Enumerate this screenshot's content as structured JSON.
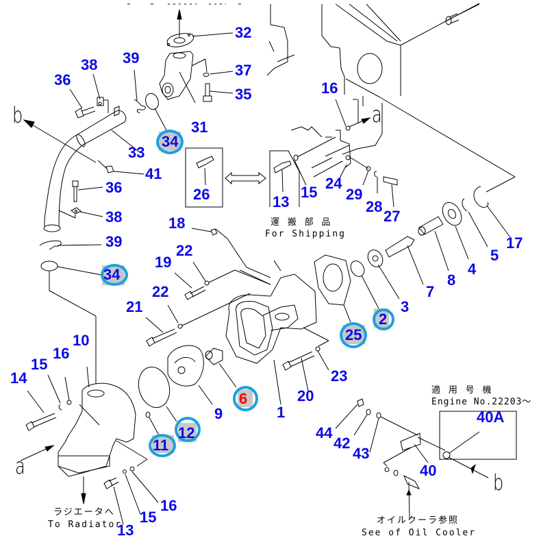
{
  "diagram": {
    "type": "exploded-parts-diagram",
    "subject": "Water pump assembly",
    "colors": {
      "callout_text": "#0a0ae6",
      "highlighted_callout_text": "#ff0000",
      "highlight_ring": "#1ea0dc",
      "line_art": "#000000",
      "background": "#ffffff"
    },
    "callouts": [
      {
        "id": "c32",
        "label": "32",
        "highlighted": false
      },
      {
        "id": "c37",
        "label": "37",
        "highlighted": false
      },
      {
        "id": "c35",
        "label": "35",
        "highlighted": false
      },
      {
        "id": "c31",
        "label": "31",
        "highlighted": false
      },
      {
        "id": "c39a",
        "label": "39",
        "highlighted": false
      },
      {
        "id": "c38a",
        "label": "38",
        "highlighted": false
      },
      {
        "id": "c36a",
        "label": "36",
        "highlighted": false
      },
      {
        "id": "c34a",
        "label": "34",
        "highlighted": true,
        "ring": true
      },
      {
        "id": "c33",
        "label": "33",
        "highlighted": false
      },
      {
        "id": "c41",
        "label": "41",
        "highlighted": false
      },
      {
        "id": "c36b",
        "label": "36",
        "highlighted": false
      },
      {
        "id": "c38b",
        "label": "38",
        "highlighted": false
      },
      {
        "id": "c39b",
        "label": "39",
        "highlighted": false
      },
      {
        "id": "c34b",
        "label": "34",
        "highlighted": true,
        "ring": true
      },
      {
        "id": "c26",
        "label": "26",
        "highlighted": false
      },
      {
        "id": "c13a",
        "label": "13",
        "highlighted": false
      },
      {
        "id": "c15a",
        "label": "15",
        "highlighted": false
      },
      {
        "id": "c24",
        "label": "24",
        "highlighted": false
      },
      {
        "id": "c29",
        "label": "29",
        "highlighted": false
      },
      {
        "id": "c28",
        "label": "28",
        "highlighted": false
      },
      {
        "id": "c27",
        "label": "27",
        "highlighted": false
      },
      {
        "id": "c16a",
        "label": "16",
        "highlighted": false
      },
      {
        "id": "c17",
        "label": "17",
        "highlighted": false
      },
      {
        "id": "c5",
        "label": "5",
        "highlighted": false
      },
      {
        "id": "c4",
        "label": "4",
        "highlighted": false
      },
      {
        "id": "c8",
        "label": "8",
        "highlighted": false
      },
      {
        "id": "c7",
        "label": "7",
        "highlighted": false
      },
      {
        "id": "c3",
        "label": "3",
        "highlighted": false
      },
      {
        "id": "c2",
        "label": "2",
        "highlighted": true,
        "ring": true
      },
      {
        "id": "c25",
        "label": "25",
        "highlighted": true,
        "ring": true
      },
      {
        "id": "c18",
        "label": "18",
        "highlighted": false
      },
      {
        "id": "c22a",
        "label": "22",
        "highlighted": false
      },
      {
        "id": "c19",
        "label": "19",
        "highlighted": false
      },
      {
        "id": "c22b",
        "label": "22",
        "highlighted": false
      },
      {
        "id": "c21",
        "label": "21",
        "highlighted": false
      },
      {
        "id": "c23",
        "label": "23",
        "highlighted": false
      },
      {
        "id": "c20",
        "label": "20",
        "highlighted": false
      },
      {
        "id": "c1",
        "label": "1",
        "highlighted": false
      },
      {
        "id": "c9",
        "label": "9",
        "highlighted": false
      },
      {
        "id": "c6",
        "label": "6",
        "highlighted": true,
        "ring": true,
        "red": true
      },
      {
        "id": "c10",
        "label": "10",
        "highlighted": false
      },
      {
        "id": "c16b",
        "label": "16",
        "highlighted": false
      },
      {
        "id": "c15b",
        "label": "15",
        "highlighted": false
      },
      {
        "id": "c14",
        "label": "14",
        "highlighted": false
      },
      {
        "id": "c12",
        "label": "12",
        "highlighted": true,
        "ring": true
      },
      {
        "id": "c11",
        "label": "11",
        "highlighted": true,
        "ring": true
      },
      {
        "id": "c16c",
        "label": "16",
        "highlighted": false
      },
      {
        "id": "c15c",
        "label": "15",
        "highlighted": false
      },
      {
        "id": "c13b",
        "label": "13",
        "highlighted": false
      },
      {
        "id": "c44",
        "label": "44",
        "highlighted": false
      },
      {
        "id": "c42",
        "label": "42",
        "highlighted": false
      },
      {
        "id": "c43",
        "label": "43",
        "highlighted": false
      },
      {
        "id": "c40",
        "label": "40",
        "highlighted": false
      },
      {
        "id": "c40A",
        "label": "40A",
        "highlighted": false
      }
    ],
    "notes": {
      "shipping_jp": "運 搬 部 品",
      "shipping_en": "For Shipping",
      "radiator_jp": "ラジエータへ",
      "radiator_en": "To Radiator",
      "oil_cooler_jp": "オイルクーラ参照",
      "oil_cooler_en": "See of Oil Cooler",
      "applicable_jp": "適 用 号 機",
      "applicable_en": "Engine No.22203～"
    },
    "reference_letters": {
      "a_top": "a",
      "a_bottom": "a",
      "b_top": "b",
      "b_bottom": "b"
    }
  }
}
